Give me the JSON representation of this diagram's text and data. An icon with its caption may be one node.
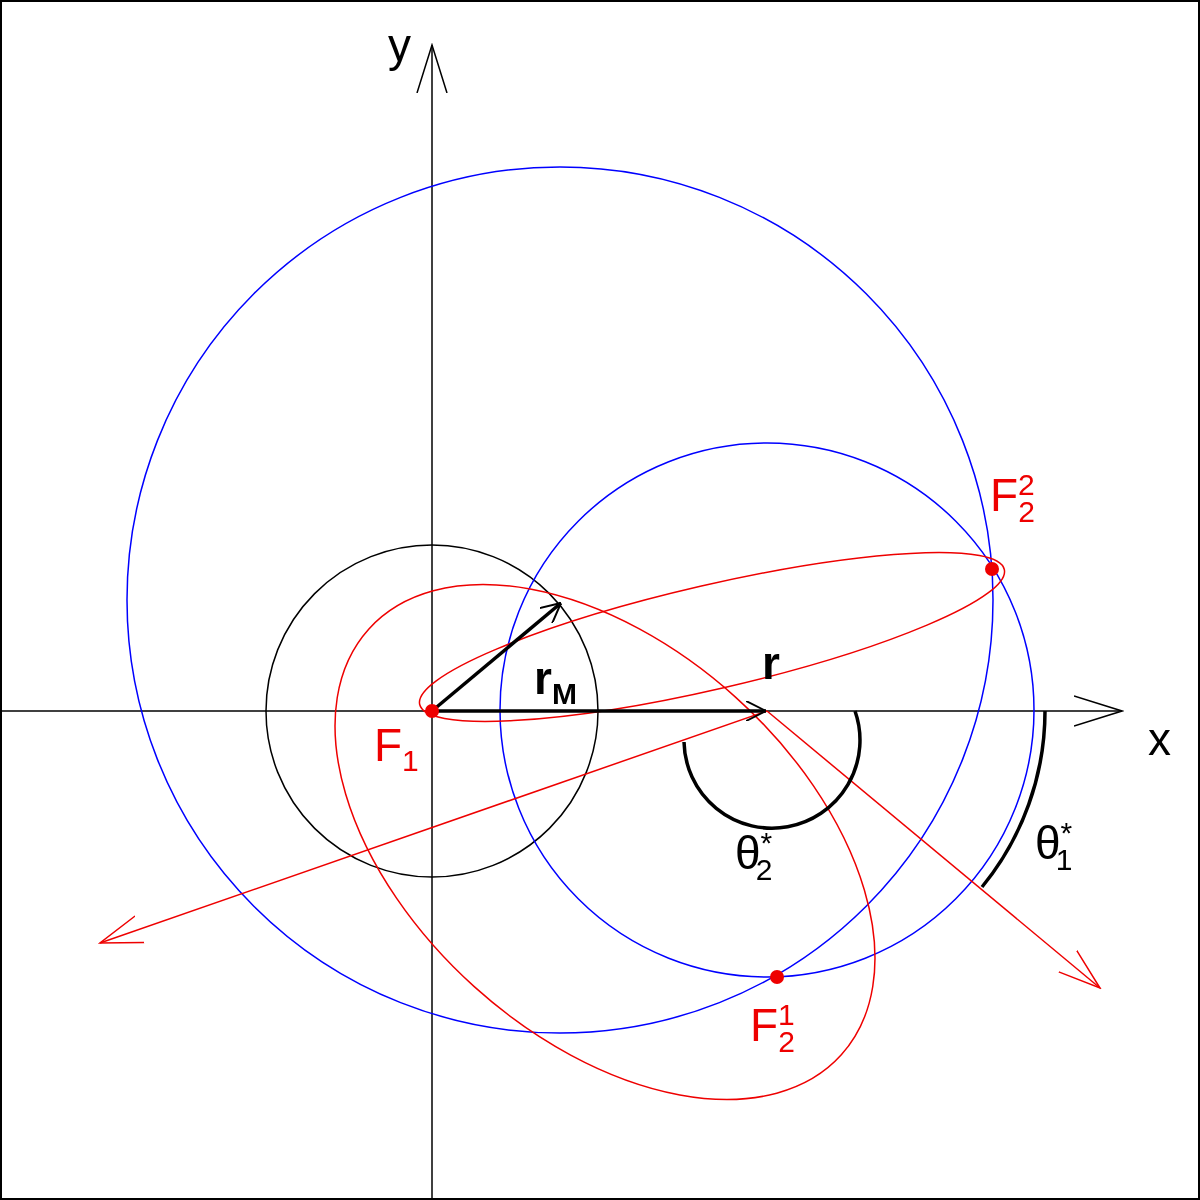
{
  "diagram": {
    "labels": [
      "y",
      "F$^{2}$$_{2}$",
      "r$_{M}$",
      "r",
      "x",
      "F$_{1}$",
      "θ$^{*}$$_{2}$",
      "θ$^{*}$$_{1}$",
      "F$^{1}$$_{2}$"
    ]
  }
}
